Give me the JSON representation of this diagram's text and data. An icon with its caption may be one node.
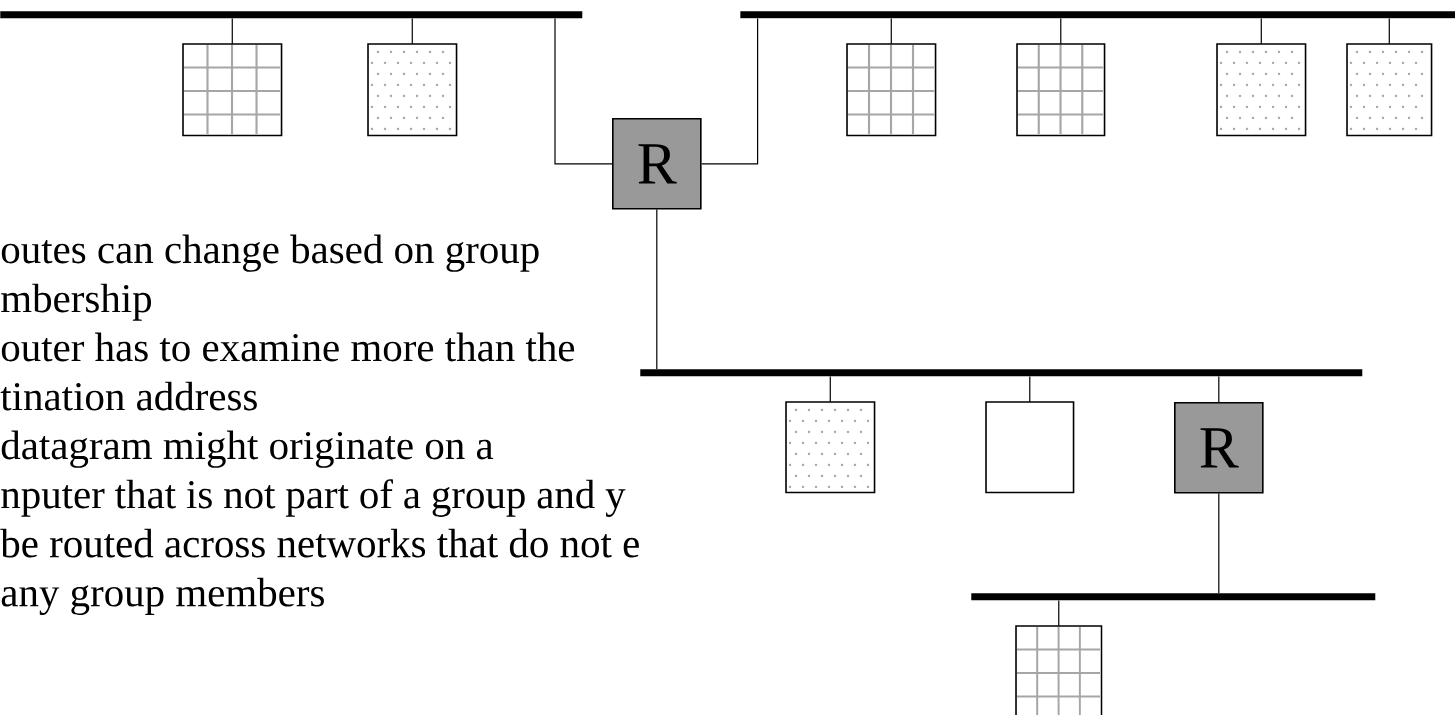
{
  "diagram": {
    "nodes": [
      {
        "text": [],
        "shape": "bar"
      },
      {
        "text": [],
        "shape": "bar"
      },
      {
        "text": [],
        "shape": "box"
      },
      {
        "text": [],
        "shape": "box"
      },
      {
        "text": [
          "R"
        ]
      },
      {
        "text": [],
        "shape": "box"
      },
      {
        "text": [],
        "shape": "box"
      },
      {
        "text": [],
        "shape": "box"
      },
      {
        "text": [],
        "shape": "box"
      },
      {
        "text": [],
        "shape": "bar"
      },
      {
        "text": [],
        "shape": "box"
      },
      {
        "text": [],
        "shape": "box"
      },
      {
        "text": [
          "R"
        ]
      },
      {
        "text": [],
        "shape": "bar"
      },
      {
        "text": [],
        "shape": "box"
      }
    ],
    "edges": [
      {
        "from": 0,
        "to": 2,
        "arrow": "none"
      },
      {
        "from": 0,
        "to": 3,
        "arrow": "none"
      },
      {
        "from": 0,
        "to": 4,
        "arrow": "none"
      },
      {
        "from": 4,
        "to": 1,
        "arrow": "none"
      },
      {
        "from": 1,
        "to": 5,
        "arrow": "none"
      },
      {
        "from": 1,
        "to": 6,
        "arrow": "none"
      },
      {
        "from": 1,
        "to": 7,
        "arrow": "none"
      },
      {
        "from": 1,
        "to": 8,
        "arrow": "none"
      },
      {
        "from": 4,
        "to": 9,
        "arrow": "none"
      },
      {
        "from": 9,
        "to": 10,
        "arrow": "none"
      },
      {
        "from": 9,
        "to": 11,
        "arrow": "none"
      },
      {
        "from": 9,
        "to": 12,
        "arrow": "none"
      },
      {
        "from": 12,
        "to": 13,
        "arrow": "none"
      },
      {
        "from": 13,
        "to": 14,
        "arrow": "none"
      }
    ],
    "labels": [
      "outes can change based on group mbership",
      "outer has to examine more than the tination address",
      "datagram might originate on a nputer that is not part of a group and y be routed across networks that do not e any group members"
    ]
  }
}
